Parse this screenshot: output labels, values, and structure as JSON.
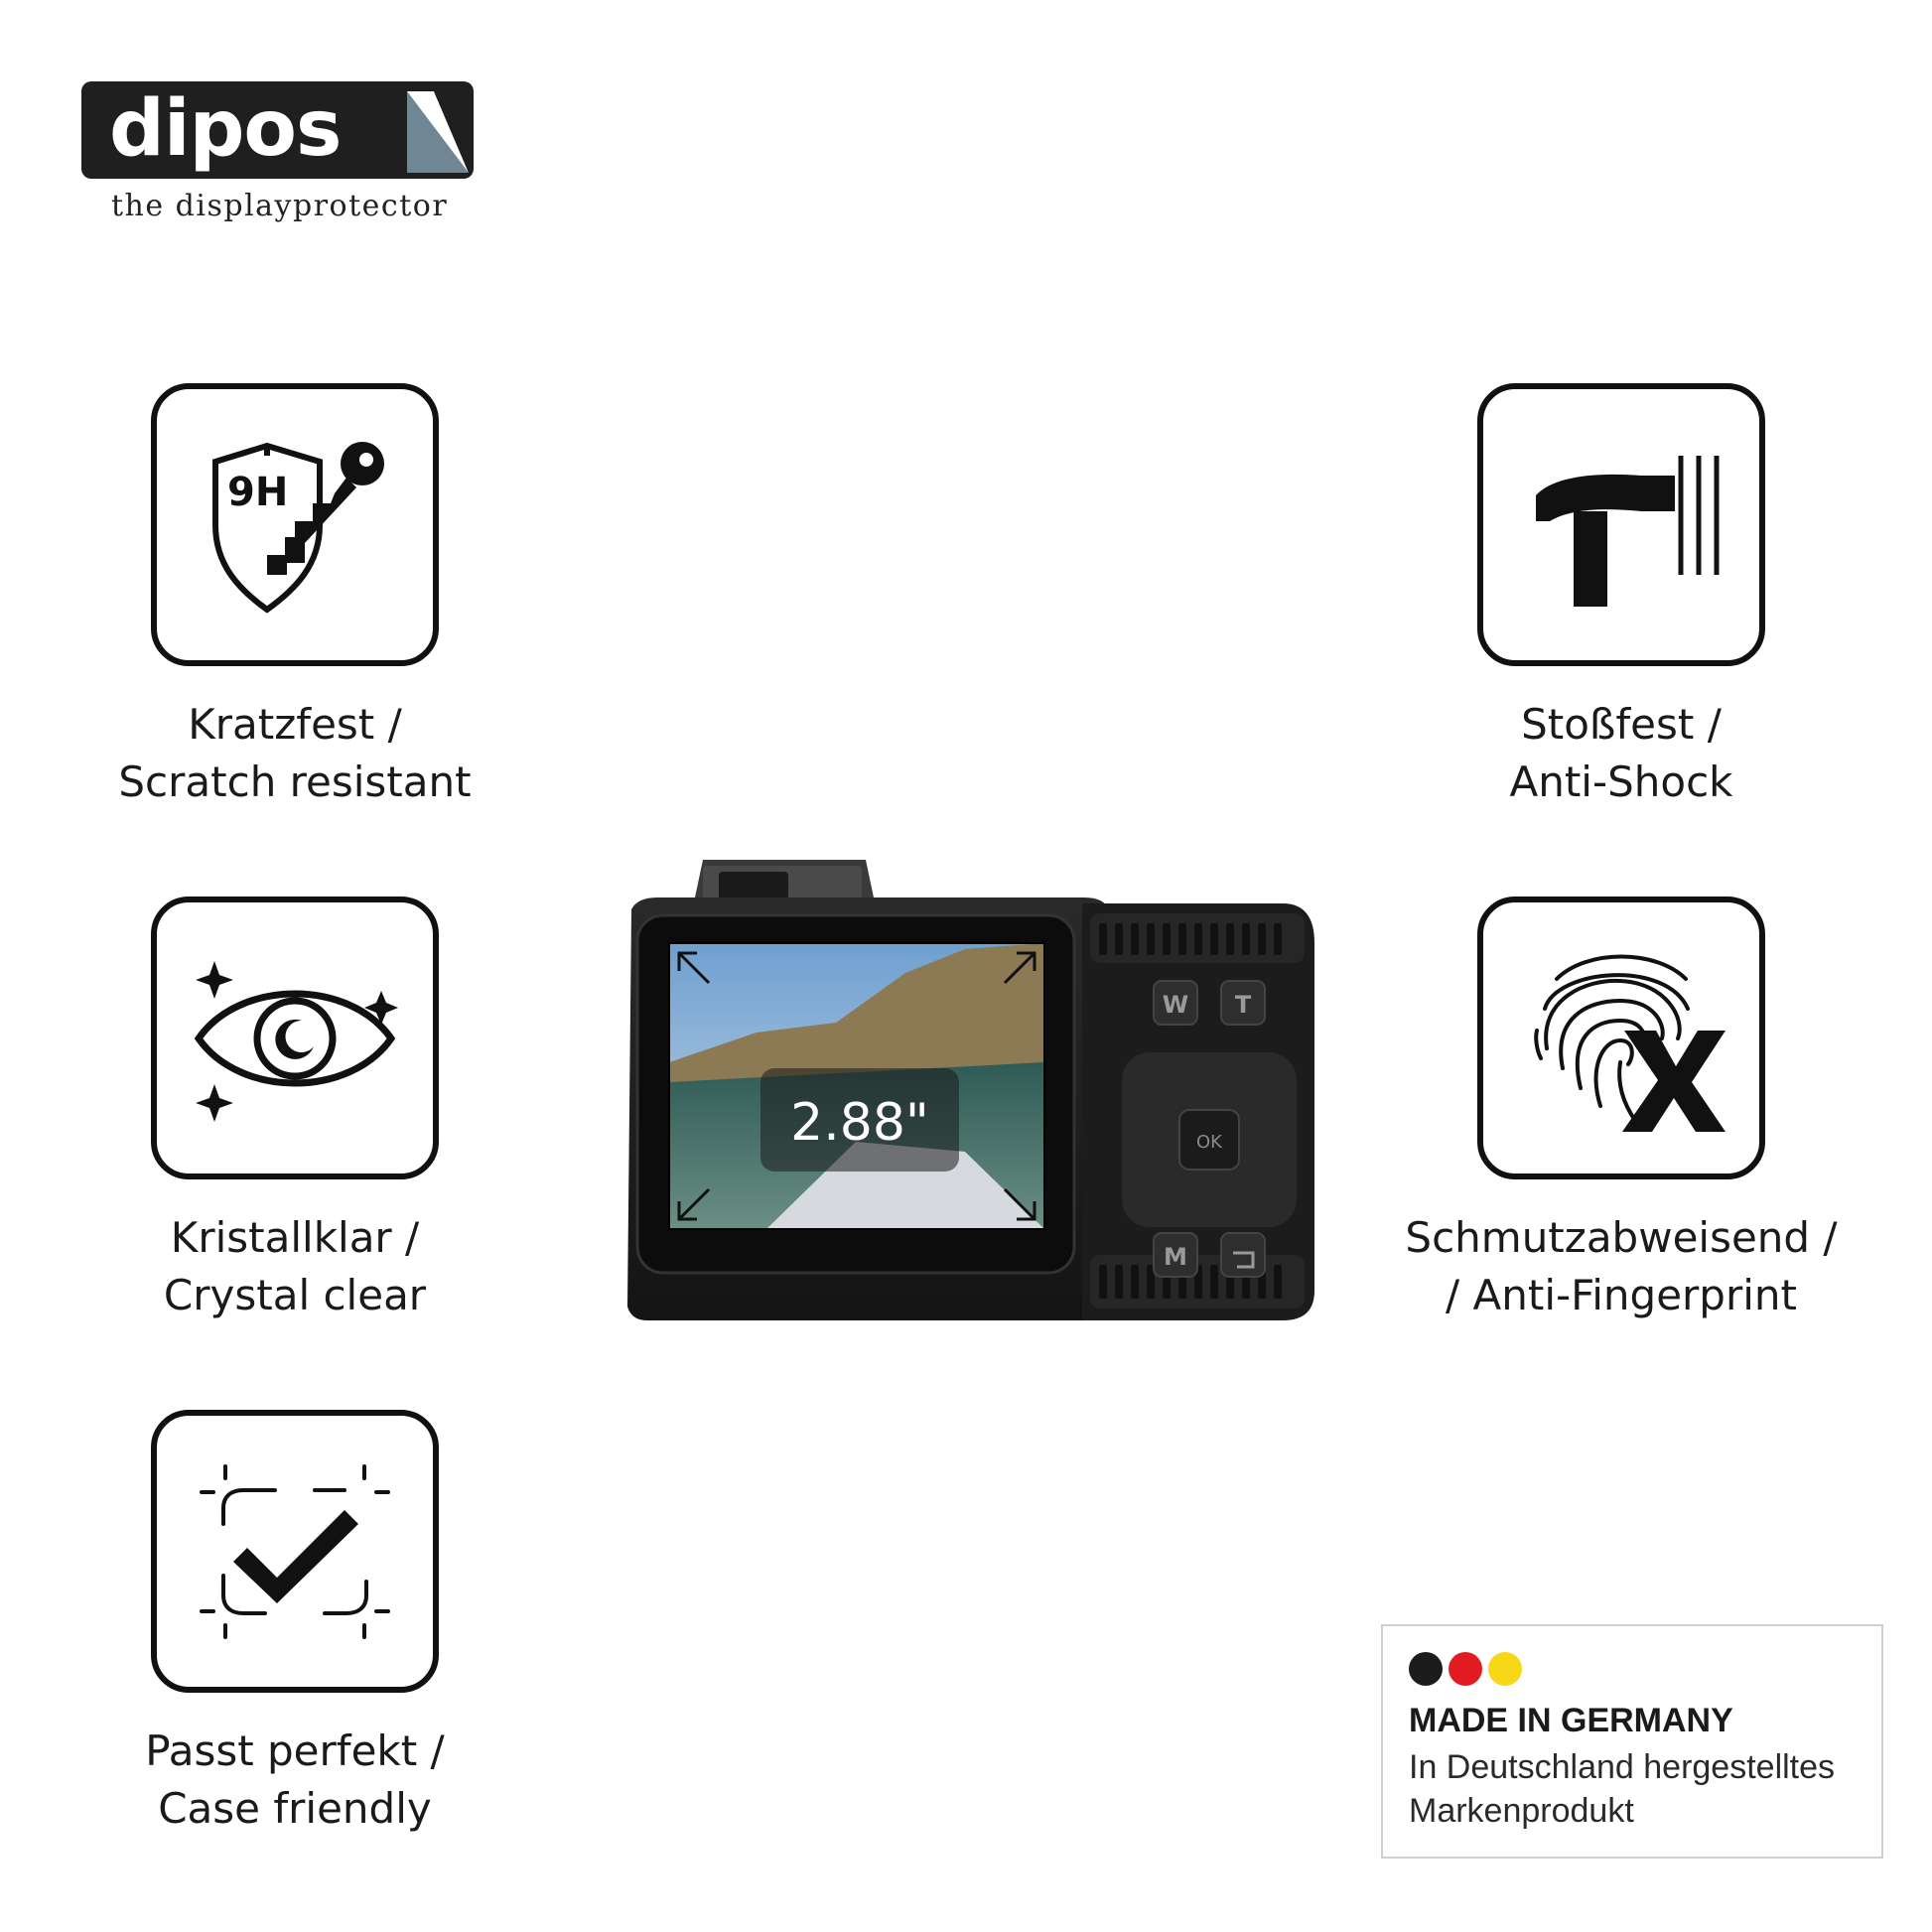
{
  "logo": {
    "wordmark": "dipos",
    "tagline": "the displayprotector"
  },
  "features": [
    {
      "icon": "shield-key-9h-icon",
      "badge": "9H",
      "line1": "Kratzfest /",
      "line2": "Scratch resistant"
    },
    {
      "icon": "hammer-icon",
      "line1": "Stoßfest /",
      "line2": "Anti-Shock"
    },
    {
      "icon": "eye-sparkle-icon",
      "line1": "Kristallklar /",
      "line2": "Crystal clear"
    },
    {
      "icon": "fingerprint-x-icon",
      "line1": "Schmutzabweisend /",
      "line2": "/ Anti-Fingerprint"
    },
    {
      "icon": "check-frame-icon",
      "line1": "Passt perfekt /",
      "line2": "Case friendly"
    }
  ],
  "camera": {
    "screen_size": "2.88\"",
    "buttons": {
      "zoom_wide": "W",
      "zoom_tele": "T",
      "ok": "OK",
      "menu": "M"
    }
  },
  "made_in_germany": {
    "title": "MADE IN GERMANY",
    "line1": "In Deutschland hergestelltes",
    "line2": "Markenprodukt",
    "colors": [
      "#1c1c1c",
      "#e31b23",
      "#f8d716"
    ]
  }
}
